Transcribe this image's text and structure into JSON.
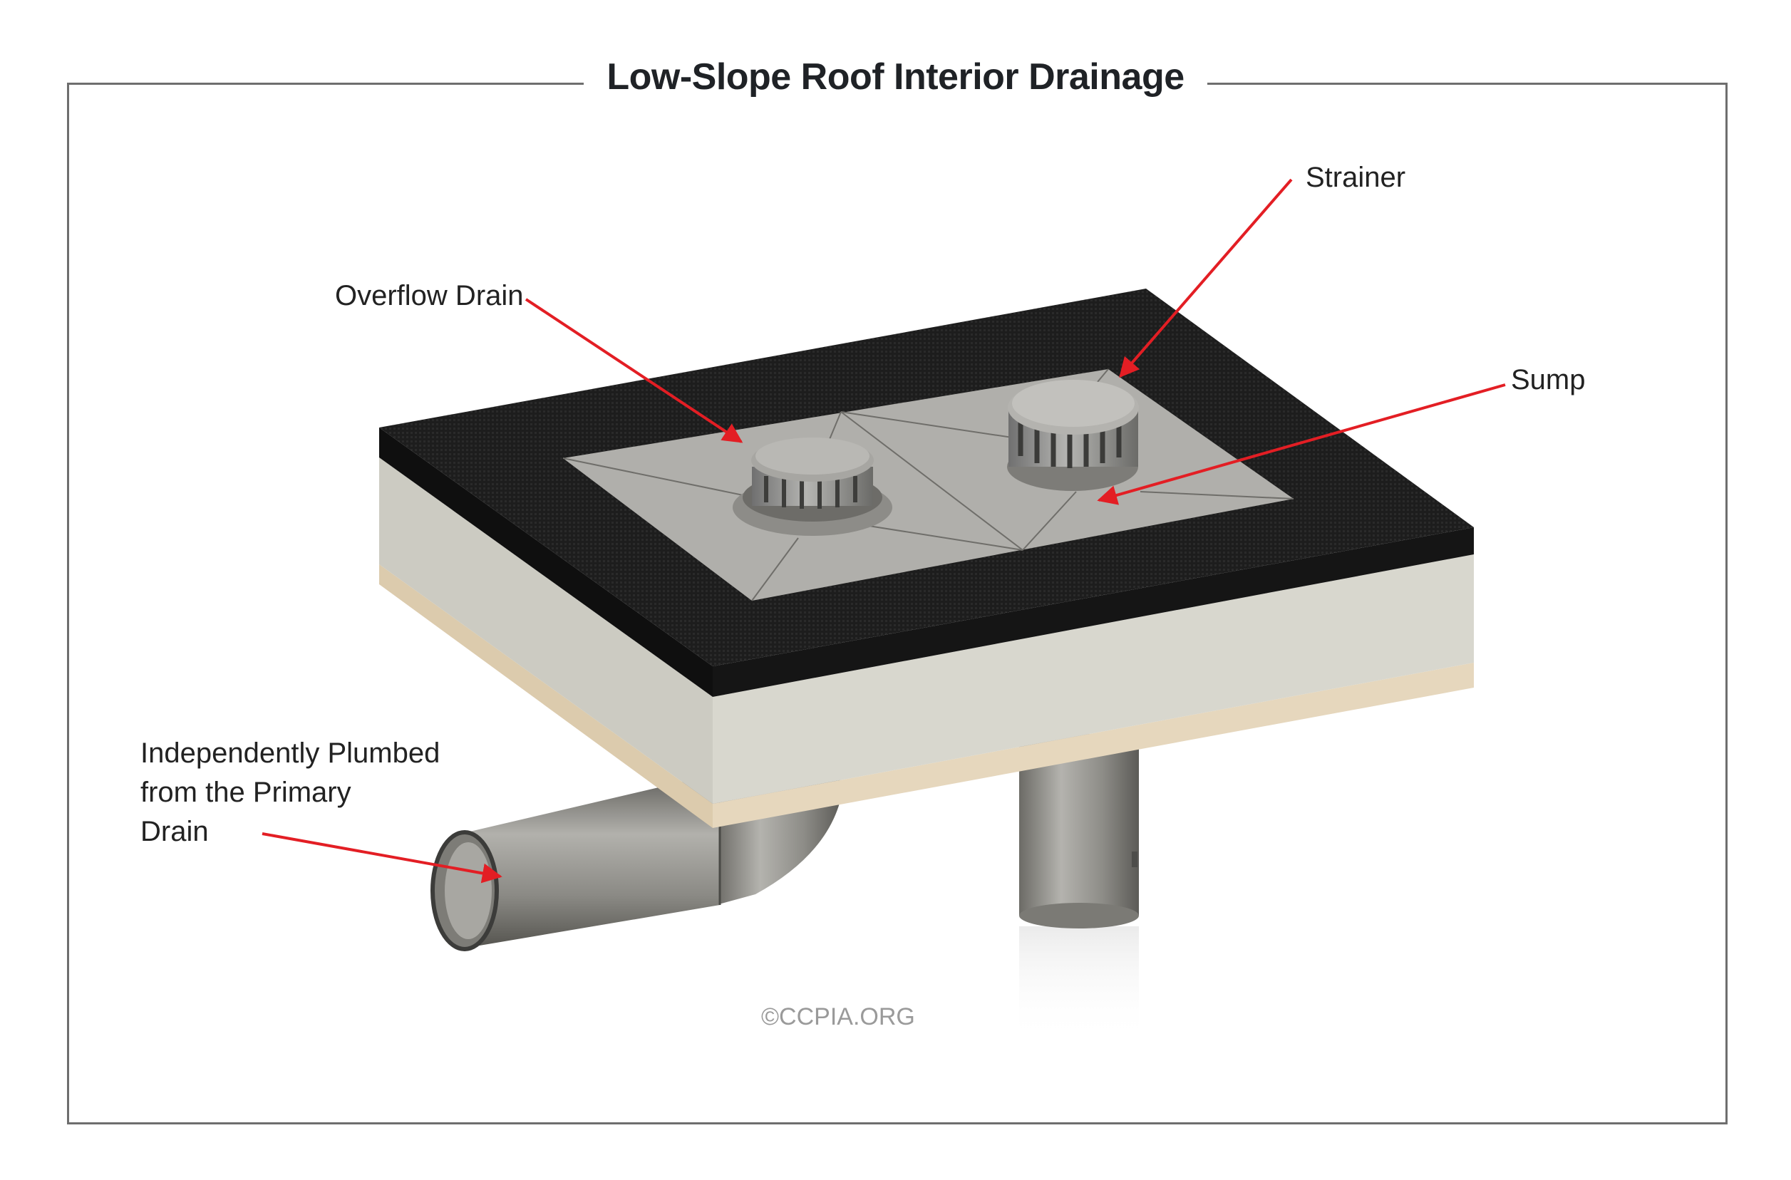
{
  "title": "Low-Slope Roof Interior Drainage",
  "labels": {
    "overflow_drain": "Overflow Drain",
    "strainer": "Strainer",
    "sump": "Sump",
    "plumbed_line1": "Independently Plumbed",
    "plumbed_line2": "from the Primary",
    "plumbed_line3": "Drain"
  },
  "credit": "©CCPIA.ORG",
  "colors": {
    "arrow": "#e31e24",
    "membrane": "#1c1c1c",
    "insulation": "#d6d5cc",
    "deck": "#e6d7bd",
    "sump": "#a9a8a4",
    "pipe": "#8a8880"
  }
}
